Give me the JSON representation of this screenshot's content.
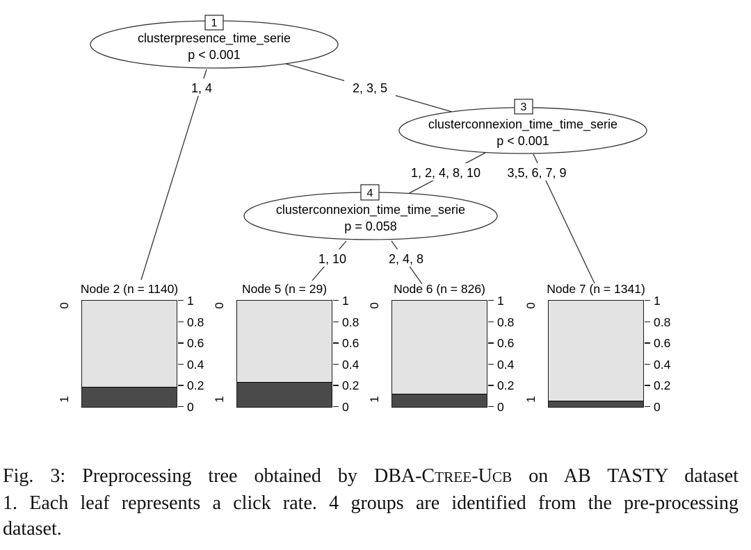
{
  "chart_data": {
    "type": "bar",
    "description": "Conditional inference tree (ctree) with stacked-bar terminal node panels showing click-rate proportions",
    "tree": {
      "nodes": [
        {
          "id": "1",
          "variable": "clusterpresence_time_serie",
          "pvalue": "p < 0.001"
        },
        {
          "id": "3",
          "variable": "clusterconnexion_time_time_serie",
          "pvalue": "p < 0.001"
        },
        {
          "id": "4",
          "variable": "clusterconnexion_time_time_serie",
          "pvalue": "p = 0.058"
        }
      ],
      "edges": [
        {
          "label": "1, 4"
        },
        {
          "label": "2, 3, 5"
        },
        {
          "label": "1, 2, 4, 8, 10"
        },
        {
          "label": "3,5, 6, 7, 9"
        },
        {
          "label": "1, 10"
        },
        {
          "label": "2, 4, 8"
        }
      ]
    },
    "categories": [
      "0",
      "1"
    ],
    "y_axis": {
      "range": [
        0,
        1
      ],
      "tick_values": [
        0,
        0.2,
        0.4,
        0.6,
        0.8,
        1
      ],
      "tick_labels": [
        "0",
        "0.2",
        "0.4",
        "0.6",
        "0.8",
        "1"
      ]
    },
    "panels": [
      {
        "title": "Node 2 (n = 1140)",
        "node_id": "2",
        "n": 1140,
        "proportion_1": 0.18,
        "proportion_0": 0.82
      },
      {
        "title": "Node 5 (n = 29)",
        "node_id": "5",
        "n": 29,
        "proportion_1": 0.23,
        "proportion_0": 0.77
      },
      {
        "title": "Node 6 (n = 826)",
        "node_id": "6",
        "n": 826,
        "proportion_1": 0.12,
        "proportion_0": 0.88
      },
      {
        "title": "Node 7 (n = 1341)",
        "node_id": "7",
        "n": 1341,
        "proportion_1": 0.05,
        "proportion_0": 0.95
      }
    ],
    "colors": {
      "category_0_fill": "#e3e3e3",
      "category_1_fill": "#4a4a4a",
      "stroke": "#1a1a1a"
    }
  },
  "caption": {
    "line1_segments": [
      {
        "text": "Fig. 3: Preprocessing tree obtained by DBA-C",
        "smallcaps": false
      },
      {
        "text": "TREE",
        "smallcaps": true
      },
      {
        "text": "-U",
        "smallcaps": false
      },
      {
        "text": "CB",
        "smallcaps": true
      },
      {
        "text": " on AB TASTY dataset",
        "smallcaps": false
      }
    ],
    "line2": "1. Each leaf represents a click rate. 4 groups are identified from the pre-processing",
    "line3": "dataset."
  }
}
